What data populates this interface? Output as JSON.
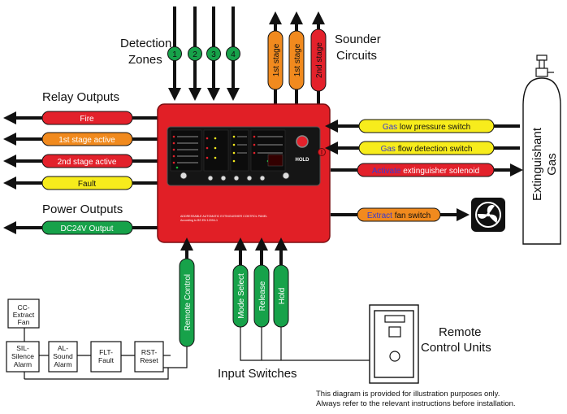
{
  "headings": {
    "detection_zones_1": "Detection",
    "detection_zones_2": "Zones",
    "sounder_circuits_1": "Sounder",
    "sounder_circuits_2": "Circuits",
    "relay_outputs": "Relay Outputs",
    "power_outputs": "Power Outputs",
    "remote_units_1": "Remote",
    "remote_units_2": "Control Units",
    "input_switches": "Input Switches"
  },
  "zones": [
    "1",
    "2",
    "3",
    "4"
  ],
  "sounders": [
    "1st stage",
    "1st stage",
    "2nd stage"
  ],
  "relay_outputs": [
    "Fire",
    "1st stage active",
    "2nd stage active",
    "Fault"
  ],
  "power_outputs": [
    "DC24V Output"
  ],
  "gas_inputs": [
    {
      "highlight": "Gas",
      "rest": " low pressure switch"
    },
    {
      "highlight": "Gas",
      "rest": " flow detection switch"
    }
  ],
  "solenoid": {
    "highlight": "Activate",
    "rest": " extinguisher solenoid"
  },
  "extract_fan": {
    "highlight": "Extract",
    "rest": " fan switch"
  },
  "cylinder_label_1": "Extinguishant",
  "cylinder_label_2": "Gas",
  "input_switches": [
    "Mode Select",
    "Release",
    "Hold"
  ],
  "remote_control": "Remote Control",
  "remote_devices": [
    {
      "lines": [
        "CC-",
        "Extract",
        "Fan"
      ]
    },
    {
      "lines": [
        "SIL-",
        "Silence",
        "Alarm"
      ]
    },
    {
      "lines": [
        "AL-",
        "Sound",
        "Alarm"
      ]
    },
    {
      "lines": [
        "FLT-",
        "Fault"
      ]
    },
    {
      "lines": [
        "RST-",
        "Reset"
      ]
    }
  ],
  "panel": {
    "title": "ADDRESSABLE AUTOMATIC EXTINGUISHER CONTROL PANEL",
    "subtitle": "According to BS EN 12094-1",
    "hold_label": "HOLD"
  },
  "disclaimer_1": "This diagram is provided for illustration purposes only.",
  "disclaimer_2": "Always refer to the relevant instructions before installation.",
  "colors": {
    "green": "#17a24a",
    "orange": "#f18a1e",
    "red": "#e3212b",
    "yellow": "#f7ec1c",
    "blue_text": "#3a3ad0",
    "panel_red": "#e11f26"
  }
}
